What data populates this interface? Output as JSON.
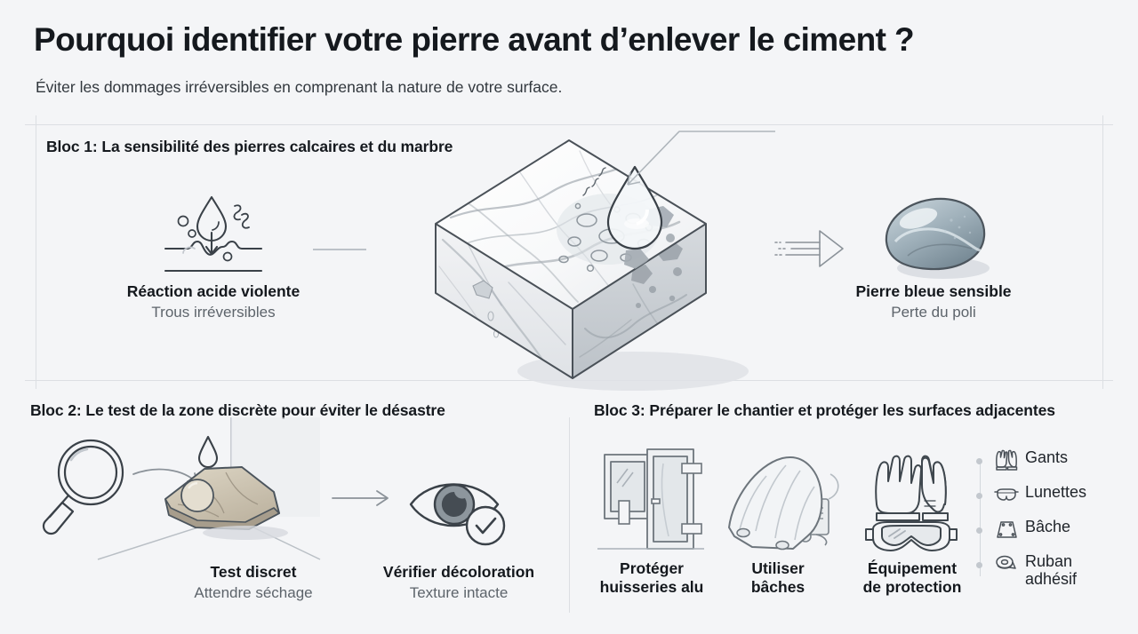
{
  "header": {
    "title": "Pourquoi identifier votre pierre avant d’enlever le ciment ?",
    "subtitle": "Éviter les dommages irréversibles en comprenant la nature de votre surface."
  },
  "blocs": [
    {
      "id": "bloc-1",
      "heading": "Bloc 1: La sensibilité des pierres calcaires et du marbre",
      "items": [
        {
          "icon": "acid-reaction-icon",
          "title": "Réaction acide violente",
          "subtitle": "Trous irréversibles"
        },
        {
          "icon": "marble-block-icon",
          "title": "",
          "subtitle": ""
        },
        {
          "icon": "blue-stone-icon",
          "title": "Pierre bleue sensible",
          "subtitle": "Perte du poli"
        }
      ]
    },
    {
      "id": "bloc-2",
      "heading": "Bloc 2: Le test de la zone discrète pour éviter le désastre",
      "items": [
        {
          "icon": "magnifier-stone-test-icon",
          "title": "Test discret",
          "subtitle": "Attendre séchage"
        },
        {
          "icon": "eye-check-icon",
          "title": "Vérifier décoloration",
          "subtitle": "Texture intacte"
        }
      ]
    },
    {
      "id": "bloc-3",
      "heading": "Bloc 3: Préparer le chantier et protéger les surfaces adjacentes",
      "items": [
        {
          "icon": "window-door-icon",
          "title_line1": "Protéger",
          "title_line2": "huisseries alu"
        },
        {
          "icon": "tarp-cover-icon",
          "title_line1": "Utiliser",
          "title_line2": "bâches"
        },
        {
          "icon": "gloves-goggles-icon",
          "title_line1": "Équipement",
          "title_line2": "de protection"
        }
      ],
      "equipment": [
        {
          "icon": "gloves-icon",
          "label": "Gants"
        },
        {
          "icon": "goggles-icon",
          "label": "Lunettes"
        },
        {
          "icon": "tarp-icon",
          "label": "Bâche"
        },
        {
          "icon": "tape-roll-icon",
          "label": "Ruban\nadhésif"
        }
      ]
    }
  ],
  "colors": {
    "background": "#f4f5f7",
    "text_primary": "#15191e",
    "text_secondary": "#5d646b",
    "rule": "#dcdfe3",
    "stroke": "#3a4148",
    "blue_stone": "#8fa3ad",
    "beige_stone": "#cfc6b4"
  }
}
